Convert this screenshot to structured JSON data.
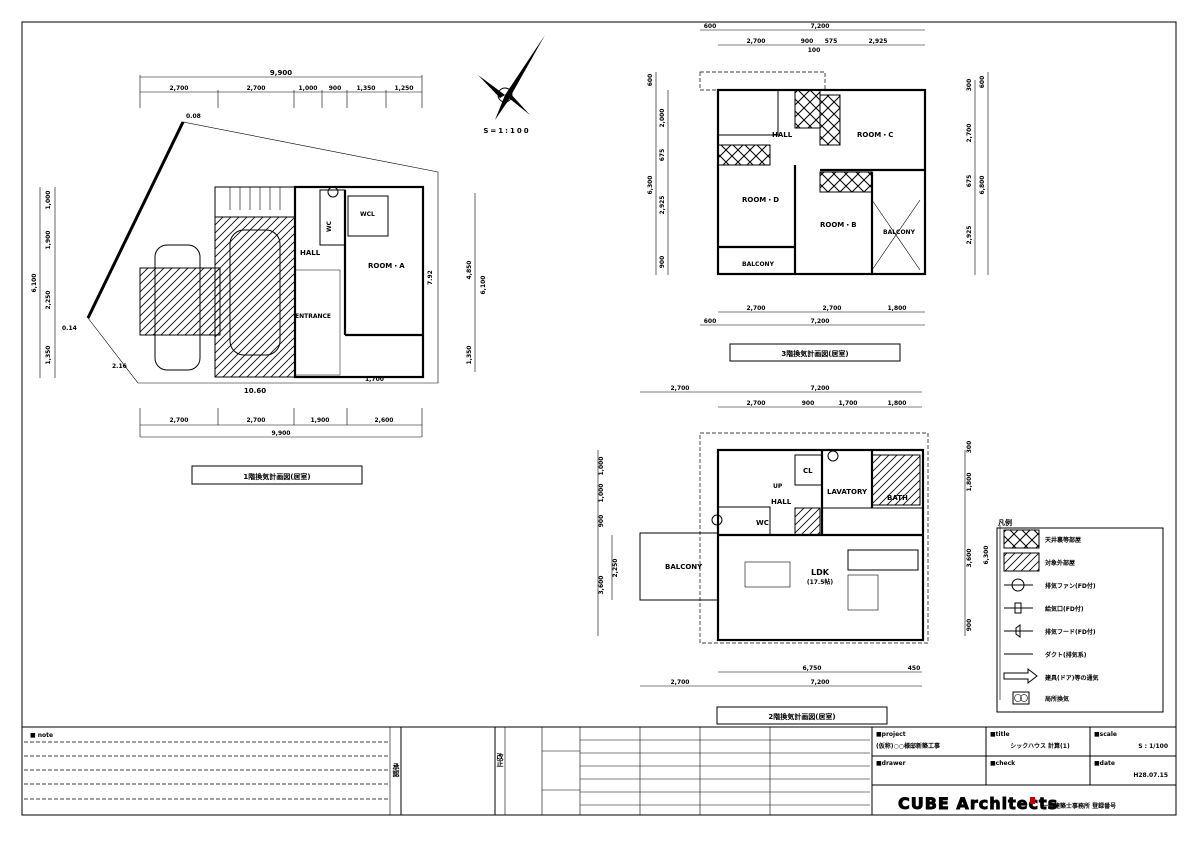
{
  "compass": {
    "scale": "S=1:100"
  },
  "plan1": {
    "title": "1階換気計画図(居室)",
    "top_total": "9,900",
    "top_dims": [
      "2,700",
      "2,700",
      "1,000",
      "900",
      "1,350",
      "1,250"
    ],
    "bottom_dims": [
      "2,700",
      "2,700",
      "1,900",
      "2,600"
    ],
    "bottom_total": "9,900",
    "left_total": "6,100",
    "left_dims": [
      "1,000",
      "1,900",
      "2,250",
      "1,350"
    ],
    "right_total": "6,100",
    "right_dims": [
      "4,850",
      "1,350"
    ],
    "site": {
      "a": "0.08",
      "b": "0.14",
      "c": "2.16",
      "d": "10.60",
      "e": "1,700",
      "f": "7.92"
    },
    "rooms": {
      "room_a": "ROOM・A",
      "hall": "HALL",
      "entrance": "ENTRANCE",
      "wc": "WC",
      "wcl": "WCL"
    }
  },
  "plan3": {
    "title": "3階換気計画図(居室)",
    "top_total": "7,200",
    "top_left": "600",
    "top_dims": [
      "2,700",
      "900",
      "575",
      "2,925"
    ],
    "top_sub": "100",
    "bottom_dims": [
      "2,700",
      "2,700",
      "1,800"
    ],
    "bottom_total": "7,200",
    "bottom_left": "600",
    "left_total": "6,300",
    "left_dims": [
      "600",
      "2,000",
      "675",
      "2,925",
      "900"
    ],
    "right_total": "6,800",
    "right_dims": [
      "300",
      "600",
      "2,700",
      "675",
      "2,925"
    ],
    "rooms": {
      "hall": "HALL",
      "room_b": "ROOM・B",
      "room_c": "ROOM・C",
      "room_d": "ROOM・D",
      "balcony1": "BALCONY",
      "balcony2": "BALCONY"
    }
  },
  "plan2": {
    "title": "2階換気計画図(居室)",
    "top_left": "2,700",
    "top_total": "7,200",
    "top_dims": [
      "2,700",
      "900",
      "1,700",
      "1,800"
    ],
    "bottom_dims": [
      "6,750",
      "450"
    ],
    "bottom_left": "2,700",
    "bottom_total": "7,200",
    "left_dims": [
      "1,000",
      "1,000",
      "900",
      "3,600"
    ],
    "left_sub": "2,250",
    "right_dims": [
      "300",
      "1,800",
      "3,600",
      "900"
    ],
    "right_total": "6,300",
    "rooms": {
      "hall": "HALL",
      "cl": "CL",
      "lavatory": "LAVATORY",
      "bath": "BATH",
      "wc": "WC",
      "ldk": "LDK",
      "ldk_area": "(17.5帖)",
      "balcony": "BALCONY",
      "up": "UP"
    }
  },
  "legend": {
    "title": "凡例",
    "items": [
      {
        "icon": "cross-hatch-icon",
        "label": "天井裏等部屋"
      },
      {
        "icon": "diagonal-hatch-icon",
        "label": "対象外部屋"
      },
      {
        "icon": "exhaust-fan-icon",
        "label": "排気ファン(FD付)"
      },
      {
        "icon": "supply-vent-icon",
        "label": "給気口(FD付)"
      },
      {
        "icon": "exhaust-hood-icon",
        "label": "排気フード(FD付)"
      },
      {
        "icon": "duct-line-icon",
        "label": "ダクト(排気系)"
      },
      {
        "icon": "door-airflow-arrow-icon",
        "label": "建具(ドア)等の通気"
      },
      {
        "icon": "local-ventilation-icon",
        "label": "局所換気"
      }
    ]
  },
  "title_block": {
    "note_label": "■ note",
    "side_label_1": "承認",
    "side_label_2": "改正",
    "project_label": "■project",
    "project_value": "(仮称)○○様邸新築工事",
    "title_label": "■title",
    "title_value": "シックハウス 計算(1)",
    "scale_label": "■scale",
    "scale_value": "S : 1/100",
    "drawer_label": "■drawer",
    "check_label": "■check",
    "date_label": "■date",
    "date_value": "H28.07.15",
    "logo": "CUBE Architects",
    "office": "一級建築士事務所 登録番号"
  }
}
